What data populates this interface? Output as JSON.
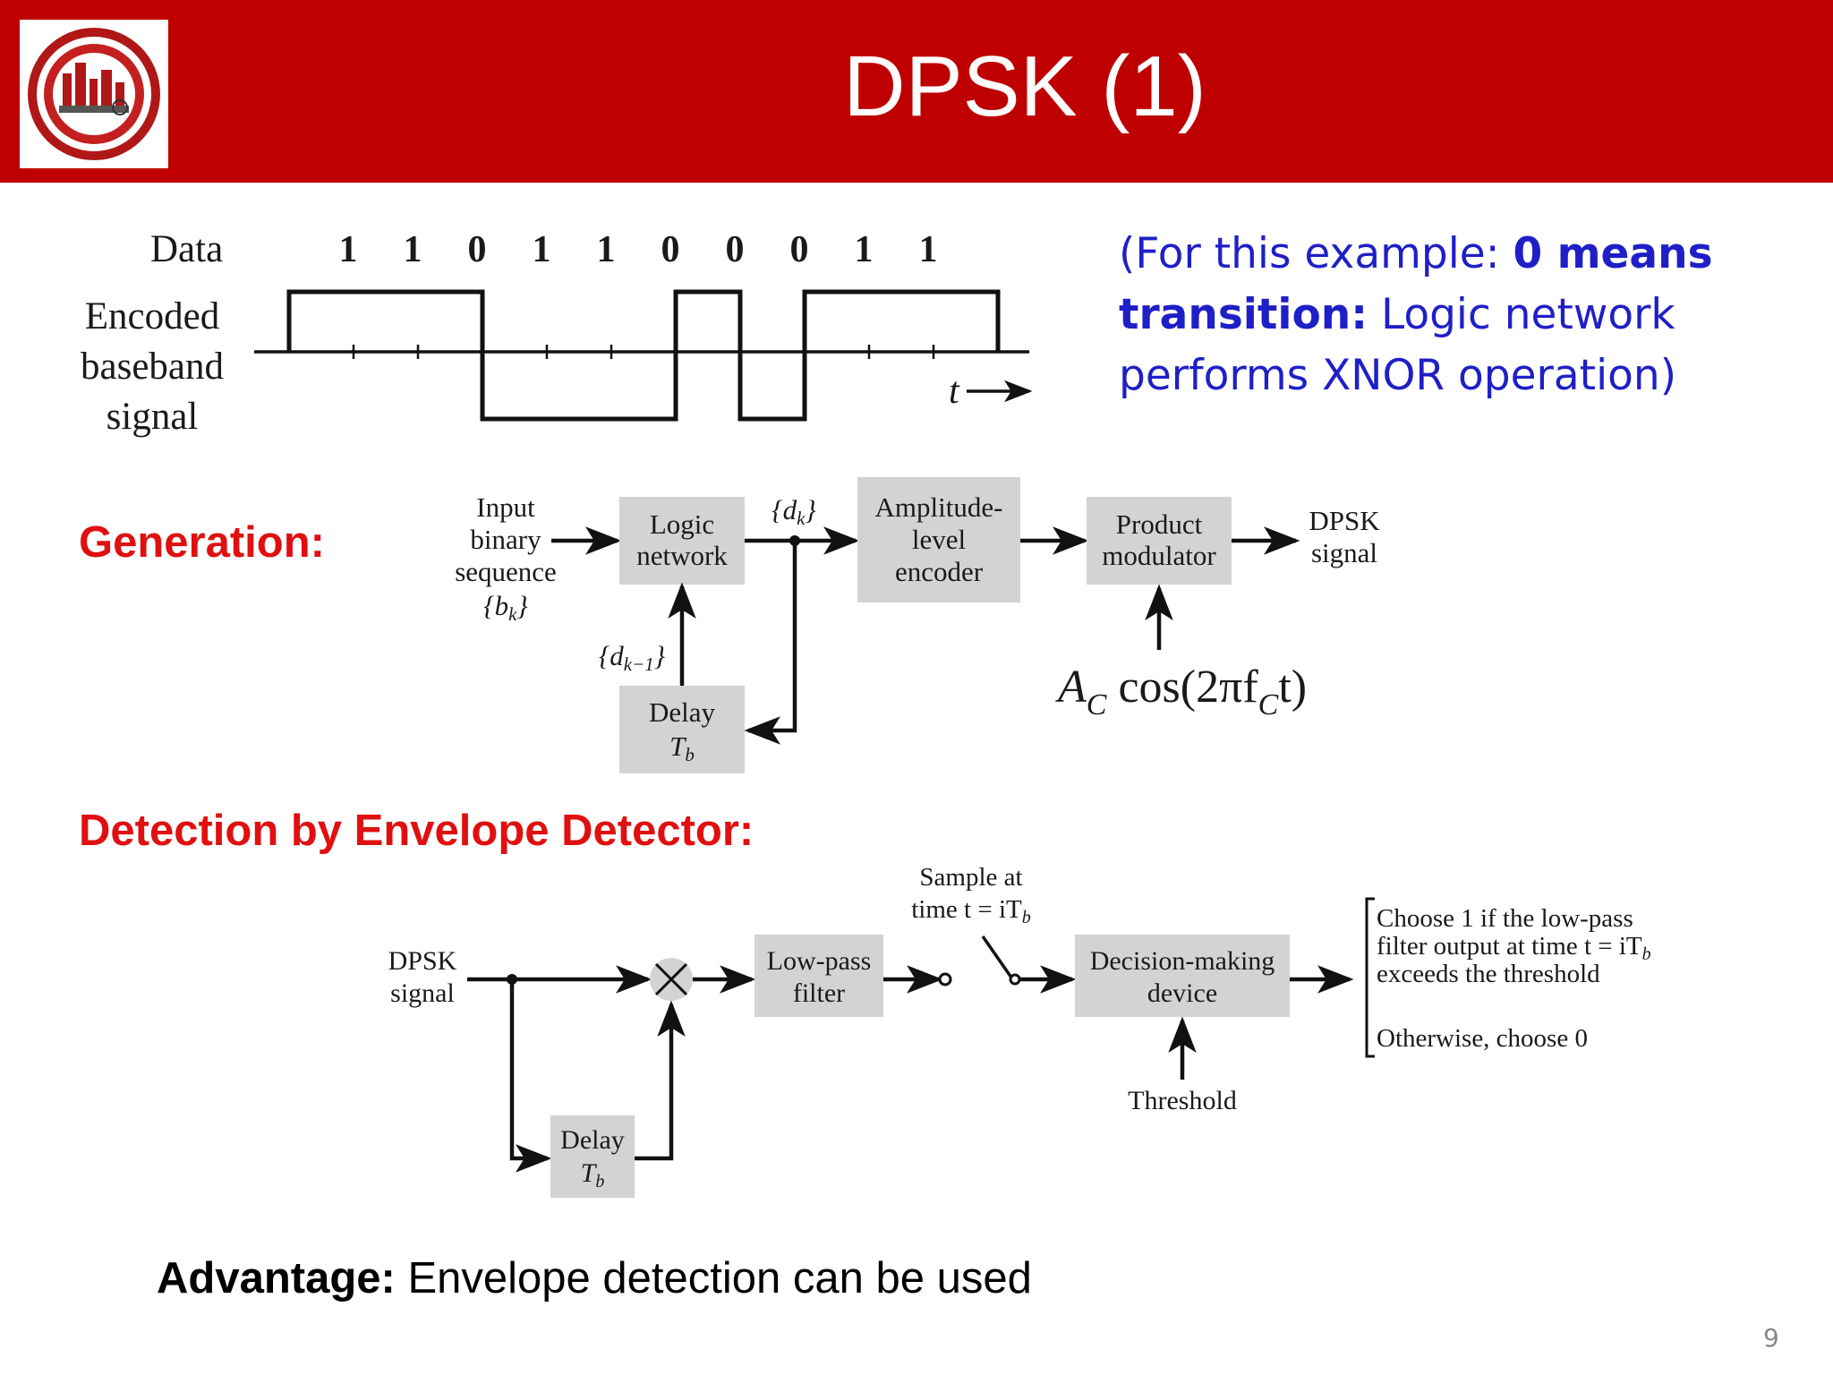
{
  "slide": {
    "title": "DPSK (1)",
    "page_number": "9",
    "note": {
      "part1": "(For this example: ",
      "bold": "0 means transition:",
      "part2": " Logic network performs XNOR operation)"
    },
    "generation_label": "Generation:",
    "detection_label": "Detection by Envelope Detector:",
    "advantage": {
      "label": "Advantage:",
      "text": " Envelope detection can be used"
    }
  },
  "waveform": {
    "data_label": "Data",
    "encoded_label_lines": [
      "Encoded",
      "baseband",
      "signal"
    ],
    "time_label": "t",
    "bits": [
      "1",
      "1",
      "0",
      "1",
      "1",
      "0",
      "0",
      "0",
      "1",
      "1"
    ],
    "levels": [
      1,
      1,
      1,
      -1,
      -1,
      -1,
      1,
      -1,
      1,
      1,
      1
    ]
  },
  "generation": {
    "input_lines": [
      "Input",
      "binary",
      "sequence"
    ],
    "input_sym": "{b",
    "input_sub": "k",
    "input_close": "}",
    "logic_lines": [
      "Logic",
      "network"
    ],
    "dk_sym": "{d",
    "dk_sub": "k",
    "dk_close": "}",
    "amp_lines": [
      "Amplitude-",
      "level",
      "encoder"
    ],
    "product_lines": [
      "Product",
      "modulator"
    ],
    "output_lines": [
      "DPSK",
      "signal"
    ],
    "dk1_sym": "{d",
    "dk1_sub": "k−1",
    "dk1_close": "}",
    "delay_label": "Delay",
    "delay_sym": "T",
    "delay_sub": "b",
    "carrier": {
      "A": "A",
      "A_sub": "C",
      "cos": " cos",
      "arg": "(2πf",
      "f_sub": "C",
      "t": "t)"
    }
  },
  "detection": {
    "input_lines": [
      "DPSK",
      "signal"
    ],
    "lpf_lines": [
      "Low-pass",
      "filter"
    ],
    "sample_line1": "Sample at",
    "sample_line2": "time t = iT",
    "sample_sub": "b",
    "decision_lines": [
      "Decision-making",
      "device"
    ],
    "threshold": "Threshold",
    "delay_label": "Delay",
    "delay_sym": "T",
    "delay_sub": "b",
    "rule1_lines": [
      "Choose 1 if the low-pass",
      "filter output at time t = iT",
      "exceeds the threshold"
    ],
    "rule1_sub": "b",
    "rule2": "Otherwise, choose 0"
  }
}
